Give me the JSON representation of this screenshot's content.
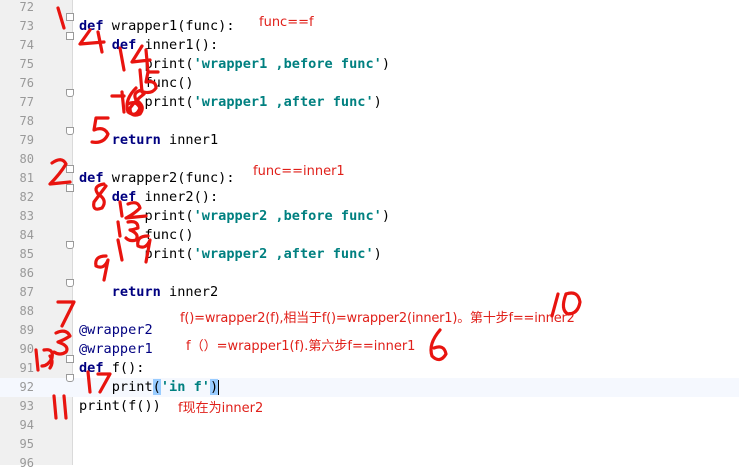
{
  "editor": {
    "line_numbers": [
      "72",
      "73",
      "74",
      "75",
      "76",
      "77",
      "78",
      "79",
      "80",
      "81",
      "82",
      "83",
      "84",
      "85",
      "86",
      "87",
      "88",
      "89",
      "90",
      "91",
      "92",
      "93",
      "94",
      "95",
      "96"
    ],
    "lines": [
      {
        "n": "73",
        "indent": "",
        "parts": [
          {
            "t": "def",
            "c": "kw"
          },
          {
            "t": " wrapper1(func):",
            "c": ""
          }
        ]
      },
      {
        "n": "74",
        "indent": "    ",
        "parts": [
          {
            "t": "def",
            "c": "kw"
          },
          {
            "t": " inner1():",
            "c": ""
          }
        ]
      },
      {
        "n": "75",
        "indent": "        ",
        "parts": [
          {
            "t": "print(",
            "c": ""
          },
          {
            "t": "'wrapper1 ,before func'",
            "c": "str"
          },
          {
            "t": ")",
            "c": ""
          }
        ]
      },
      {
        "n": "76",
        "indent": "        ",
        "parts": [
          {
            "t": "func()",
            "c": ""
          }
        ]
      },
      {
        "n": "77",
        "indent": "        ",
        "parts": [
          {
            "t": "print(",
            "c": ""
          },
          {
            "t": "'wrapper1 ,after func'",
            "c": "str"
          },
          {
            "t": ")",
            "c": ""
          }
        ]
      },
      {
        "n": "79",
        "indent": "    ",
        "parts": [
          {
            "t": "return",
            "c": "kw"
          },
          {
            "t": " inner1",
            "c": ""
          }
        ]
      },
      {
        "n": "81",
        "indent": "",
        "parts": [
          {
            "t": "def",
            "c": "kw"
          },
          {
            "t": " wrapper2(func):",
            "c": ""
          }
        ]
      },
      {
        "n": "82",
        "indent": "    ",
        "parts": [
          {
            "t": "def",
            "c": "kw"
          },
          {
            "t": " inner2():",
            "c": ""
          }
        ]
      },
      {
        "n": "83",
        "indent": "        ",
        "parts": [
          {
            "t": "print(",
            "c": ""
          },
          {
            "t": "'wrapper2 ,before func'",
            "c": "str"
          },
          {
            "t": ")",
            "c": ""
          }
        ]
      },
      {
        "n": "84",
        "indent": "        ",
        "parts": [
          {
            "t": "func()",
            "c": ""
          }
        ]
      },
      {
        "n": "85",
        "indent": "        ",
        "parts": [
          {
            "t": "print(",
            "c": ""
          },
          {
            "t": "'wrapper2 ,after func'",
            "c": "str"
          },
          {
            "t": ")",
            "c": ""
          }
        ]
      },
      {
        "n": "87",
        "indent": "    ",
        "parts": [
          {
            "t": "return",
            "c": "kw"
          },
          {
            "t": " inner2",
            "c": ""
          }
        ]
      },
      {
        "n": "89",
        "indent": "",
        "parts": [
          {
            "t": "@wrapper2",
            "c": "deco"
          }
        ]
      },
      {
        "n": "90",
        "indent": "",
        "parts": [
          {
            "t": "@wrapper1",
            "c": "deco"
          }
        ]
      },
      {
        "n": "91",
        "indent": "",
        "parts": [
          {
            "t": "def",
            "c": "kw"
          },
          {
            "t": " f():",
            "c": ""
          }
        ]
      },
      {
        "n": "92",
        "indent": "    ",
        "parts": [
          {
            "t": "print",
            "c": ""
          },
          {
            "t": "(",
            "c": "hl"
          },
          {
            "t": "'in f'",
            "c": "str"
          },
          {
            "t": ")",
            "c": "hl"
          }
        ]
      },
      {
        "n": "93",
        "indent": "",
        "parts": [
          {
            "t": "print(f())",
            "c": ""
          }
        ]
      }
    ],
    "current_line": "92"
  },
  "annotations": {
    "note_func_f": "func==f",
    "note_func_inner1": "func==inner1",
    "note_line89": "f()=wrapper2(f),相当于f()=wrapper2(inner1)。第十步f==inner2",
    "note_line90": "f（）=wrapper1(f).第六步f==inner1",
    "note_line93": "f现在为inner2"
  },
  "colors": {
    "gutter_bg": "#f0f0f0",
    "line_number": "#999999",
    "keyword": "#000080",
    "string": "#008080",
    "annotation": "#e0201a",
    "current_line_bg": "#f5f8fe"
  }
}
